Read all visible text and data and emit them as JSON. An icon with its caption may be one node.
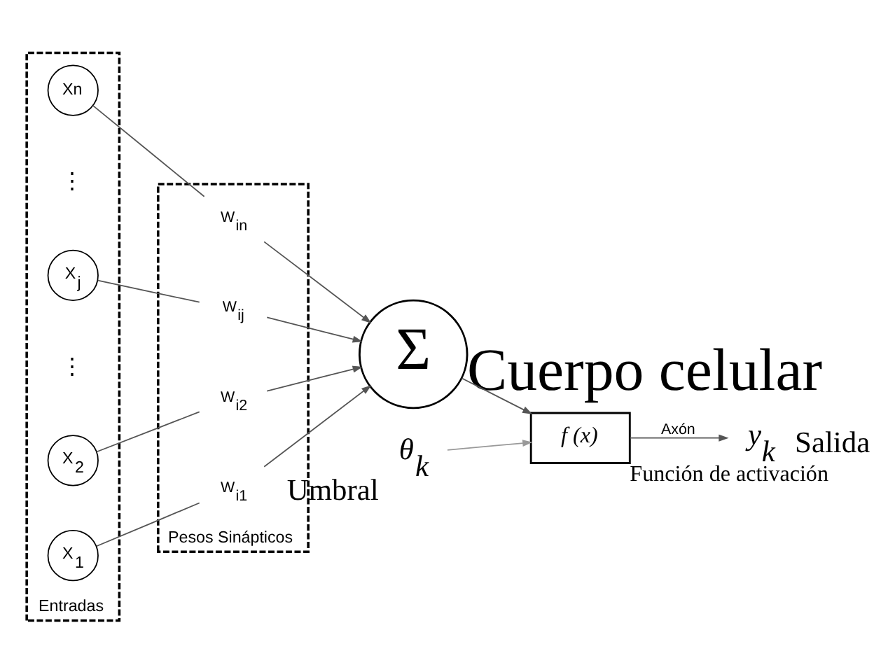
{
  "diagram": {
    "nodes": [
      {
        "text": [
          "Entradas"
        ]
      },
      {
        "text": [
          "Pesos Sinápticos"
        ]
      },
      {
        "text": [
          "X$_{1}$"
        ],
        "in": 0
      },
      {
        "text": [
          "X$_{2}$"
        ],
        "in": 0
      },
      {
        "text": [
          "X$_{j}$"
        ],
        "in": 0
      },
      {
        "text": [
          "Xn"
        ],
        "in": 0
      },
      {
        "text": [
          "W$_{i1}$"
        ],
        "in": 1
      },
      {
        "text": [
          "W$_{i2}$"
        ],
        "in": 1
      },
      {
        "text": [
          "W$_{ij}$"
        ],
        "in": 1
      },
      {
        "text": [
          "W$_{in}$"
        ],
        "in": 1
      },
      {
        "text": [
          "Σ"
        ],
        "beside": [
          "Cuerpo celular"
        ]
      },
      {
        "text": [
          "f (x)"
        ],
        "beside": [
          "Función de activación"
        ]
      },
      {
        "text": [
          "y$_{k}$"
        ],
        "beside": [
          "Salida"
        ]
      },
      {
        "text": [
          "θ$_{k}$"
        ],
        "beside": [
          "Umbral"
        ]
      }
    ],
    "edges": [
      {
        "from": 2,
        "to": 6,
        "arrow": "none"
      },
      {
        "from": 3,
        "to": 7,
        "arrow": "none"
      },
      {
        "from": 4,
        "to": 8,
        "arrow": "none"
      },
      {
        "from": 5,
        "to": 9,
        "arrow": "none"
      },
      {
        "from": 6,
        "to": 10,
        "arrow": "to"
      },
      {
        "from": 7,
        "to": 10,
        "arrow": "to"
      },
      {
        "from": 8,
        "to": 10,
        "arrow": "to"
      },
      {
        "from": 9,
        "to": 10,
        "arrow": "to"
      },
      {
        "from": 10,
        "to": 11,
        "arrow": "to"
      },
      {
        "from": 11,
        "to": 12,
        "label": "Axón",
        "arrow": "to"
      },
      {
        "from": 13,
        "to": 11,
        "arrow": "to",
        "color": "#999999"
      }
    ],
    "labels": [
      "⋮",
      "⋮"
    ]
  }
}
